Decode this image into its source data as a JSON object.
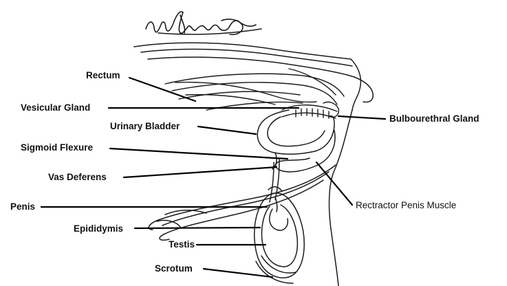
{
  "diagram": {
    "signature": "signature",
    "labels": {
      "rectum": "Rectum",
      "vesicular_gland": "Vesicular Gland",
      "urinary_bladder": "Urinary Bladder",
      "sigmoid_flexure": "Sigmoid Flexure",
      "vas_deferens": "Vas Deferens",
      "penis": "Penis",
      "epididymis": "Epididymis",
      "testis": "Testis",
      "scrotum": "Scrotum",
      "bulbourethral_gland": "Bulbourethral Gland",
      "retractor_penis_muscle": "Rectractor Penis Muscle"
    }
  }
}
